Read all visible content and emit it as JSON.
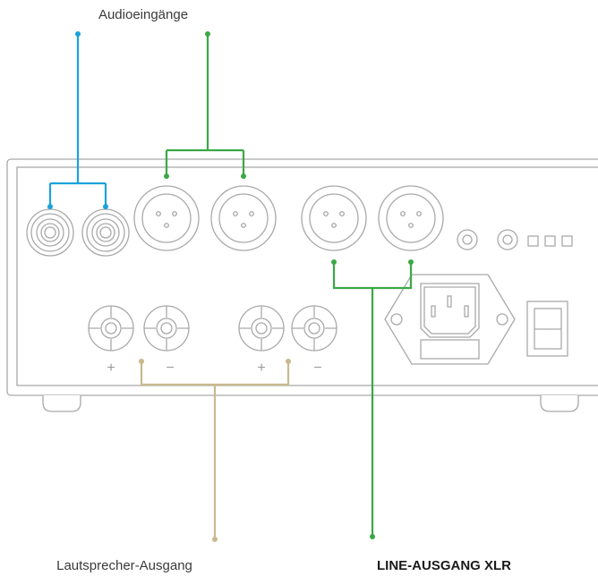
{
  "labels": {
    "audio_inputs": "Audioeingänge",
    "speaker_output": "Lautsprecher-Ausgang",
    "line_output_xlr": "LINE-AUSGANG XLR"
  },
  "polarity": {
    "plus": "+",
    "minus": "−"
  },
  "colors": {
    "audio_inputs_line": "#1aa3db",
    "xlr_lines": "#3aa845",
    "speaker_line": "#c9b98e",
    "device_outline": "#a9a9a9"
  }
}
